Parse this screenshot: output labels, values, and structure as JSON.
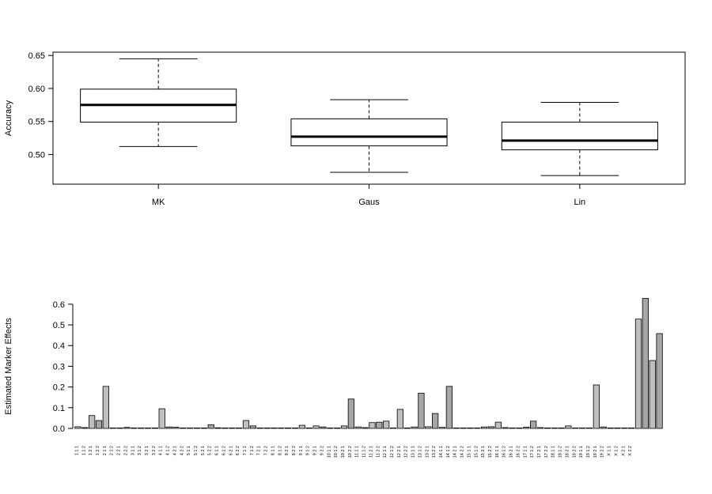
{
  "chart_data": [
    {
      "type": "boxplot",
      "ylabel": "Accuracy",
      "ylim": [
        0.455,
        0.655
      ],
      "yticks": [
        0.5,
        0.55,
        0.6,
        0.65
      ],
      "ytick_labels": [
        "0.50",
        "0.55",
        "0.60",
        "0.65"
      ],
      "grid": false,
      "boxes": [
        {
          "label": "MK",
          "whisker_low": 0.512,
          "q1": 0.549,
          "median": 0.575,
          "q3": 0.599,
          "whisker_high": 0.645
        },
        {
          "label": "Gaus",
          "whisker_low": 0.473,
          "q1": 0.513,
          "median": 0.527,
          "q3": 0.554,
          "whisker_high": 0.583
        },
        {
          "label": "Lin",
          "whisker_low": 0.468,
          "q1": 0.507,
          "median": 0.521,
          "q3": 0.549,
          "whisker_high": 0.579
        }
      ]
    },
    {
      "type": "bar",
      "ylabel": "Estimated Marker Effects",
      "ylim": [
        0,
        0.63
      ],
      "yticks": [
        0.0,
        0.1,
        0.2,
        0.3,
        0.4,
        0.5,
        0.6
      ],
      "ytick_labels": [
        "0.0",
        "0.1",
        "0.2",
        "0.3",
        "0.4",
        "0.5",
        "0.6"
      ],
      "grid": false,
      "categories": [
        "1 1 1",
        "1 1 2",
        "1 2 1",
        "1 2 2",
        "2 1 1",
        "2 1 2",
        "2 2 1",
        "2 2 2",
        "3 1 1",
        "3 1 2",
        "3 2 1",
        "3 2 2",
        "4 1 1",
        "4 1 2",
        "4 2 1",
        "4 2 2",
        "5 1 1",
        "5 1 2",
        "5 2 1",
        "5 2 2",
        "6 1 1",
        "6 1 2",
        "6 2 1",
        "6 2 2",
        "7 1 1",
        "7 1 2",
        "7 2 1",
        "7 2 2",
        "8 1 1",
        "8 1 2",
        "8 2 1",
        "8 2 2",
        "9 1 1",
        "9 1 2",
        "9 2 1",
        "9 2 2",
        "10 1 1",
        "10 1 2",
        "10 2 1",
        "10 2 2",
        "11 1 1",
        "11 1 2",
        "11 2 1",
        "11 2 2",
        "12 1 1",
        "12 1 2",
        "12 2 1",
        "12 2 2",
        "13 1 1",
        "13 1 2",
        "13 2 1",
        "13 2 2",
        "14 1 1",
        "14 1 2",
        "14 2 1",
        "14 2 2",
        "15 1 1",
        "15 1 2",
        "15 2 1",
        "15 2 2",
        "16 1 1",
        "16 1 2",
        "16 2 1",
        "16 2 2",
        "17 1 1",
        "17 1 2",
        "17 2 1",
        "17 2 2",
        "18 1 1",
        "18 1 2",
        "18 2 1",
        "18 2 2",
        "19 1 1",
        "19 1 2",
        "19 2 1",
        "19 2 2",
        "X 1 1",
        "X 1 2",
        "X 2 1",
        "X 2 2"
      ],
      "values": [
        0.008,
        0.004,
        0.062,
        0.038,
        0.203,
        0.002,
        0.0,
        0.005,
        0.0,
        0.0,
        0.0,
        0.0,
        0.095,
        0.007,
        0.006,
        0.0,
        0.0,
        0.0,
        0.0,
        0.018,
        0.003,
        0.0,
        0.0,
        0.0,
        0.038,
        0.012,
        0.0,
        0.0,
        0.0,
        0.0,
        0.0,
        0.0,
        0.015,
        0.002,
        0.012,
        0.007,
        0.0,
        0.0,
        0.012,
        0.142,
        0.007,
        0.004,
        0.028,
        0.03,
        0.035,
        0.0,
        0.092,
        0.0,
        0.007,
        0.17,
        0.008,
        0.072,
        0.005,
        0.203,
        0.002,
        0.0,
        0.0,
        0.0,
        0.007,
        0.008,
        0.03,
        0.004,
        0.0,
        0.0,
        0.006,
        0.035,
        0.004,
        0.0,
        0.0,
        0.0,
        0.012,
        0.0,
        0.0,
        0.0,
        0.21,
        0.007,
        0.0,
        0.0,
        0.0,
        0.0,
        0.528,
        0.628,
        0.328,
        0.458
      ],
      "bar_colors": [
        "#bfbfbf",
        "#a6a6a6"
      ]
    }
  ]
}
